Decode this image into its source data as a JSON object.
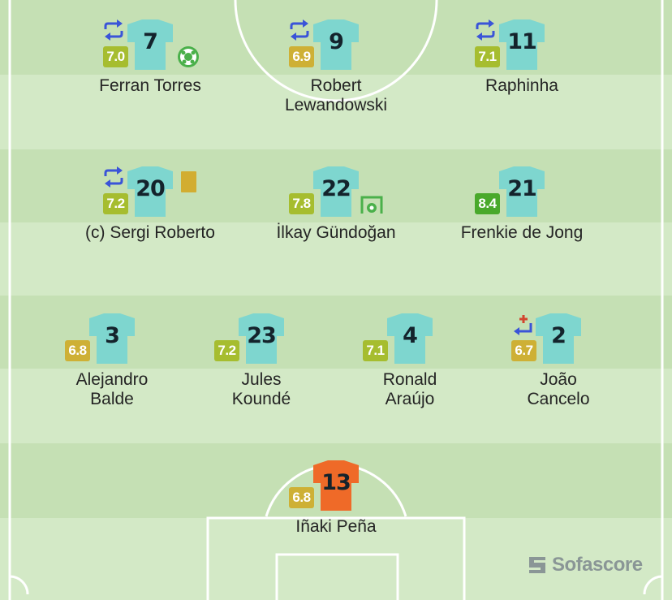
{
  "brand": {
    "name": "Sofascore",
    "logo_icon": "sofascore-logo-icon"
  },
  "colors": {
    "pitch_light": "#d3e9c6",
    "pitch_dark": "#c5e0b4",
    "outfield_shirt": "#7ed6cf",
    "goalkeeper_shirt": "#ef6a28",
    "rating_green": "#49a92b",
    "rating_lightgreen": "#a6bd2f",
    "rating_yellow": "#ceb035",
    "yellow_card": "#d2ad31",
    "sub_arrows": "#3a54d8",
    "sub_in_arrow": "#d2452e"
  },
  "players": [
    {
      "id": "torres",
      "number": "7",
      "rating": "7.0",
      "rating_color": "#a6bd2f",
      "name_lines": [
        "Ferran Torres"
      ],
      "icons": [
        "substitution-icon",
        "goal-icon"
      ]
    },
    {
      "id": "lewandowski",
      "number": "9",
      "rating": "6.9",
      "rating_color": "#ceb035",
      "name_lines": [
        "Robert",
        "Lewandowski"
      ],
      "icons": [
        "substitution-icon"
      ]
    },
    {
      "id": "raphinha",
      "number": "11",
      "rating": "7.1",
      "rating_color": "#a6bd2f",
      "name_lines": [
        "Raphinha"
      ],
      "icons": [
        "substitution-icon"
      ]
    },
    {
      "id": "roberto",
      "number": "20",
      "rating": "7.2",
      "rating_color": "#a6bd2f",
      "name_lines": [
        "(c) Sergi Roberto"
      ],
      "icons": [
        "substitution-icon",
        "yellow-card-icon"
      ]
    },
    {
      "id": "gundogan",
      "number": "22",
      "rating": "7.8",
      "rating_color": "#a6bd2f",
      "name_lines": [
        "İlkay Gündoğan"
      ],
      "icons": [
        "assist-icon"
      ]
    },
    {
      "id": "dejong",
      "number": "21",
      "rating": "8.4",
      "rating_color": "#49a92b",
      "name_lines": [
        "Frenkie de Jong"
      ],
      "icons": []
    },
    {
      "id": "balde",
      "number": "3",
      "rating": "6.8",
      "rating_color": "#ceb035",
      "name_lines": [
        "Alejandro",
        "Balde"
      ],
      "icons": []
    },
    {
      "id": "kounde",
      "number": "23",
      "rating": "7.2",
      "rating_color": "#a6bd2f",
      "name_lines": [
        "Jules",
        "Koundé"
      ],
      "icons": []
    },
    {
      "id": "araujo",
      "number": "4",
      "rating": "7.1",
      "rating_color": "#a6bd2f",
      "name_lines": [
        "Ronald",
        "Araújo"
      ],
      "icons": []
    },
    {
      "id": "cancelo",
      "number": "2",
      "rating": "6.7",
      "rating_color": "#ceb035",
      "name_lines": [
        "João",
        "Cancelo"
      ],
      "icons": [
        "sub-in-icon"
      ]
    },
    {
      "id": "pena",
      "number": "13",
      "rating": "6.8",
      "rating_color": "#ceb035",
      "name_lines": [
        "Iñaki Peña"
      ],
      "icons": [],
      "goalkeeper": true
    }
  ]
}
